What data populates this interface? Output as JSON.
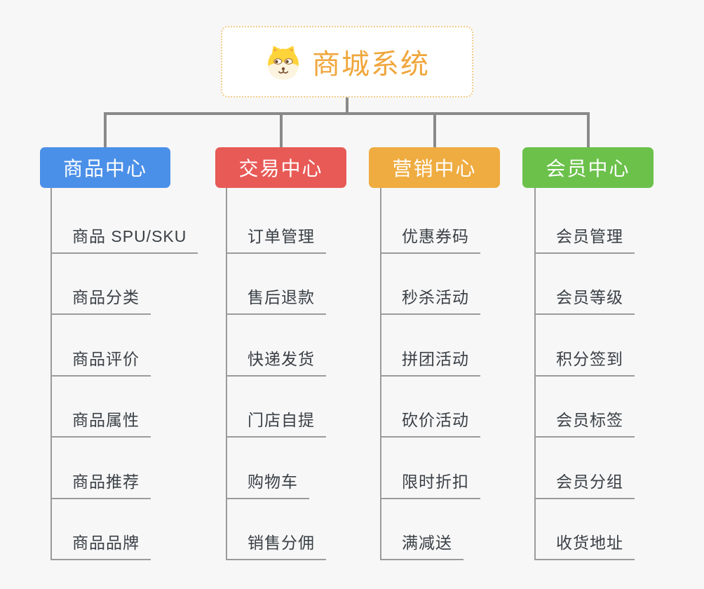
{
  "page": {
    "background_color": "#F7F7F7",
    "connector_color": "#8A8A8A"
  },
  "root": {
    "title": "商城系统",
    "icon": "doge-icon",
    "text_color": "#F0A63C",
    "border_color": "#F4CB88"
  },
  "branches": [
    {
      "label": "商品中心",
      "color": "#4B90E8",
      "items": [
        "商品 SPU/SKU",
        "商品分类",
        "商品评价",
        "商品属性",
        "商品推荐",
        "商品品牌"
      ]
    },
    {
      "label": "交易中心",
      "color": "#E85A56",
      "items": [
        "订单管理",
        "售后退款",
        "快递发货",
        "门店自提",
        "购物车",
        "销售分佣"
      ]
    },
    {
      "label": "营销中心",
      "color": "#EFAC40",
      "items": [
        "优惠券码",
        "秒杀活动",
        "拼团活动",
        "砍价活动",
        "限时折扣",
        "满减送"
      ]
    },
    {
      "label": "会员中心",
      "color": "#6CC14B",
      "items": [
        "会员管理",
        "会员等级",
        "积分签到",
        "会员标签",
        "会员分组",
        "收货地址"
      ]
    }
  ]
}
